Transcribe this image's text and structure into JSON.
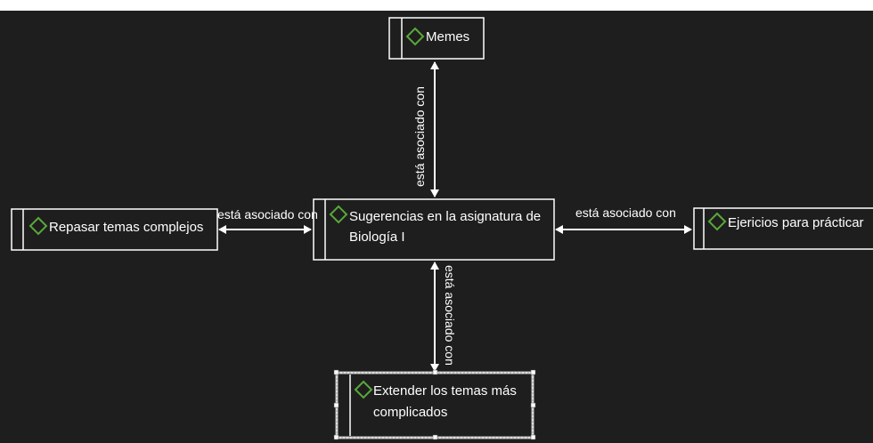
{
  "diagram": {
    "nodes": {
      "center": {
        "lines": [
          "Sugerencias en la asignatura de",
          "Biología I"
        ],
        "icon": "diamond-icon"
      },
      "top": {
        "lines": [
          "Memes"
        ],
        "icon": "diamond-icon"
      },
      "left": {
        "lines": [
          "Repasar temas complejos"
        ],
        "icon": "diamond-icon"
      },
      "right": {
        "lines": [
          "Ejericios para prácticar"
        ],
        "icon": "diamond-icon"
      },
      "bottom": {
        "lines": [
          "Extender los temas más",
          "complicados"
        ],
        "icon": "diamond-icon"
      }
    },
    "edges": {
      "top": "está asociado con",
      "left": "está asociado con",
      "right": "está asociado con",
      "bottom": "está asociado con"
    },
    "colors": {
      "background": "#1e1e1e",
      "stroke": "#ffffff",
      "icon": "#5aa83a",
      "text": "#ffffff"
    }
  }
}
